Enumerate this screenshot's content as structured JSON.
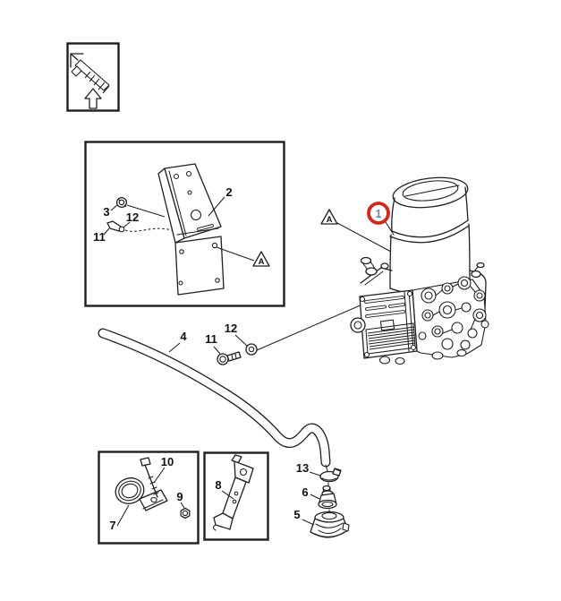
{
  "colors": {
    "background": "#ffffff",
    "line": "#1f1f1f",
    "label": "#111111",
    "highlight_ring": "#d0281c",
    "highlight_number": "#7187a6"
  },
  "callouts": {
    "p1": "1",
    "p2": "2",
    "p3": "3",
    "p4": "4",
    "p5": "5",
    "p6": "6",
    "p7": "7",
    "p8": "8",
    "p9": "9",
    "p10": "10",
    "p11": "11",
    "p12": "12",
    "p13": "13"
  },
  "view_marker": "A",
  "icons": {
    "orientation_arrow": "hollow-up-arrow",
    "orientation_thumbnail": "assembly-direction-miniature"
  }
}
